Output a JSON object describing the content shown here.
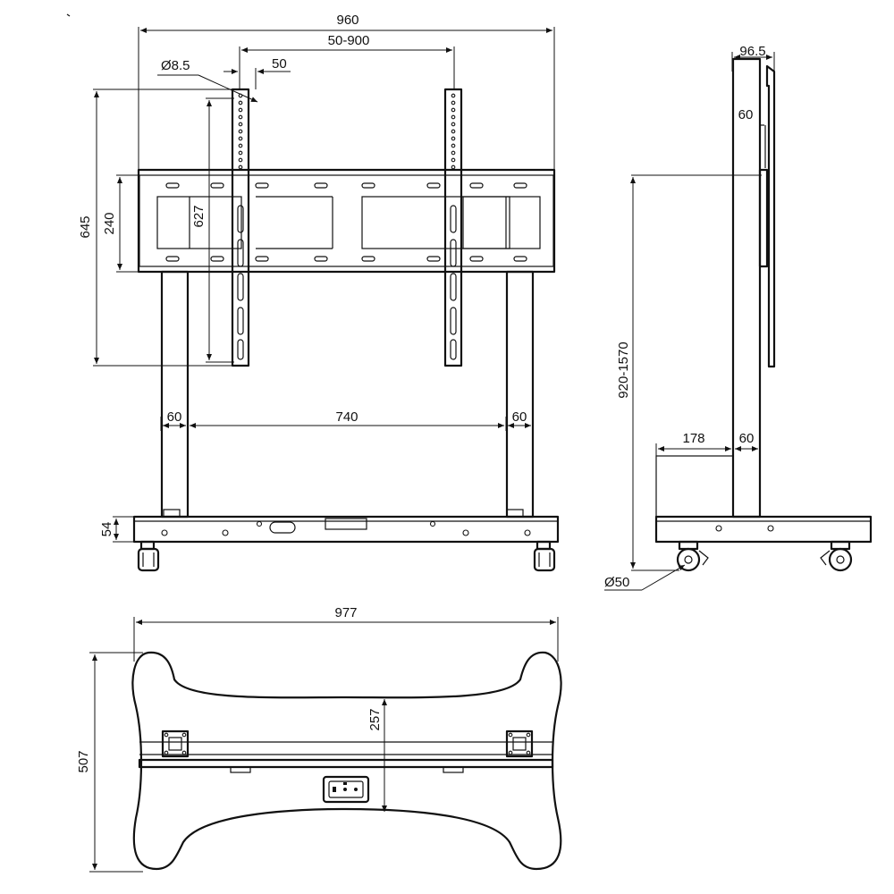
{
  "dimensions": {
    "front_overall_width": "960",
    "vesa_range": "50-900",
    "hole_diameter": "Ø8.5",
    "rail_width": "50",
    "bracket_height": "645",
    "frame_height": "240",
    "rail_length": "627",
    "column_left_width": "60",
    "column_spacing": "740",
    "column_right_width": "60",
    "base_height": "54",
    "side_depth": "96.5",
    "side_plate": "60",
    "height_range": "920-1570",
    "side_base_offset": "178",
    "side_column_width": "60",
    "caster_diameter": "Ø50",
    "base_width": "977",
    "base_depth": "507",
    "base_inner_depth": "257"
  },
  "colors": {
    "line": "#111111",
    "background": "#ffffff"
  }
}
